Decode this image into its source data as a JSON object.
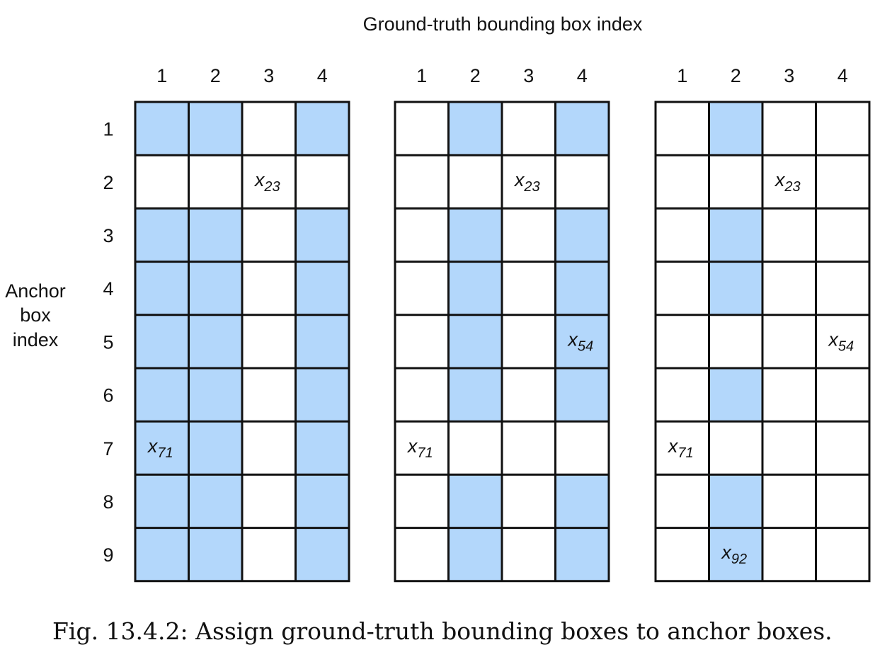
{
  "title": "Ground-truth bounding box index",
  "side_label": [
    "Anchor",
    "box",
    "index"
  ],
  "column_labels": [
    "1",
    "2",
    "3",
    "4"
  ],
  "row_labels": [
    "1",
    "2",
    "3",
    "4",
    "5",
    "6",
    "7",
    "8",
    "9"
  ],
  "colors": {
    "highlight": "#b3d7fb",
    "empty": "#ffffff",
    "grid_line": "#111111"
  },
  "matrices": [
    {
      "highlighted": [
        [
          1,
          1,
          0,
          1
        ],
        [
          0,
          0,
          0,
          0
        ],
        [
          1,
          1,
          0,
          1
        ],
        [
          1,
          1,
          0,
          1
        ],
        [
          1,
          1,
          0,
          1
        ],
        [
          1,
          1,
          0,
          1
        ],
        [
          1,
          1,
          0,
          1
        ],
        [
          1,
          1,
          0,
          1
        ],
        [
          1,
          1,
          0,
          1
        ]
      ],
      "labels": [
        {
          "row": 2,
          "col": 3,
          "var": "x",
          "sub": "23"
        },
        {
          "row": 7,
          "col": 1,
          "var": "x",
          "sub": "71"
        }
      ]
    },
    {
      "highlighted": [
        [
          0,
          1,
          0,
          1
        ],
        [
          0,
          0,
          0,
          0
        ],
        [
          0,
          1,
          0,
          1
        ],
        [
          0,
          1,
          0,
          1
        ],
        [
          0,
          1,
          0,
          1
        ],
        [
          0,
          1,
          0,
          1
        ],
        [
          0,
          0,
          0,
          0
        ],
        [
          0,
          1,
          0,
          1
        ],
        [
          0,
          1,
          0,
          1
        ]
      ],
      "labels": [
        {
          "row": 2,
          "col": 3,
          "var": "x",
          "sub": "23"
        },
        {
          "row": 5,
          "col": 4,
          "var": "x",
          "sub": "54"
        },
        {
          "row": 7,
          "col": 1,
          "var": "x",
          "sub": "71"
        }
      ]
    },
    {
      "highlighted": [
        [
          0,
          1,
          0,
          0
        ],
        [
          0,
          0,
          0,
          0
        ],
        [
          0,
          1,
          0,
          0
        ],
        [
          0,
          1,
          0,
          0
        ],
        [
          0,
          0,
          0,
          0
        ],
        [
          0,
          1,
          0,
          0
        ],
        [
          0,
          0,
          0,
          0
        ],
        [
          0,
          1,
          0,
          0
        ],
        [
          0,
          1,
          0,
          0
        ]
      ],
      "labels": [
        {
          "row": 2,
          "col": 3,
          "var": "x",
          "sub": "23"
        },
        {
          "row": 5,
          "col": 4,
          "var": "x",
          "sub": "54"
        },
        {
          "row": 7,
          "col": 1,
          "var": "x",
          "sub": "71"
        },
        {
          "row": 9,
          "col": 2,
          "var": "x",
          "sub": "92"
        }
      ]
    }
  ],
  "caption": "Fig. 13.4.2: Assign ground-truth bounding boxes to anchor boxes."
}
